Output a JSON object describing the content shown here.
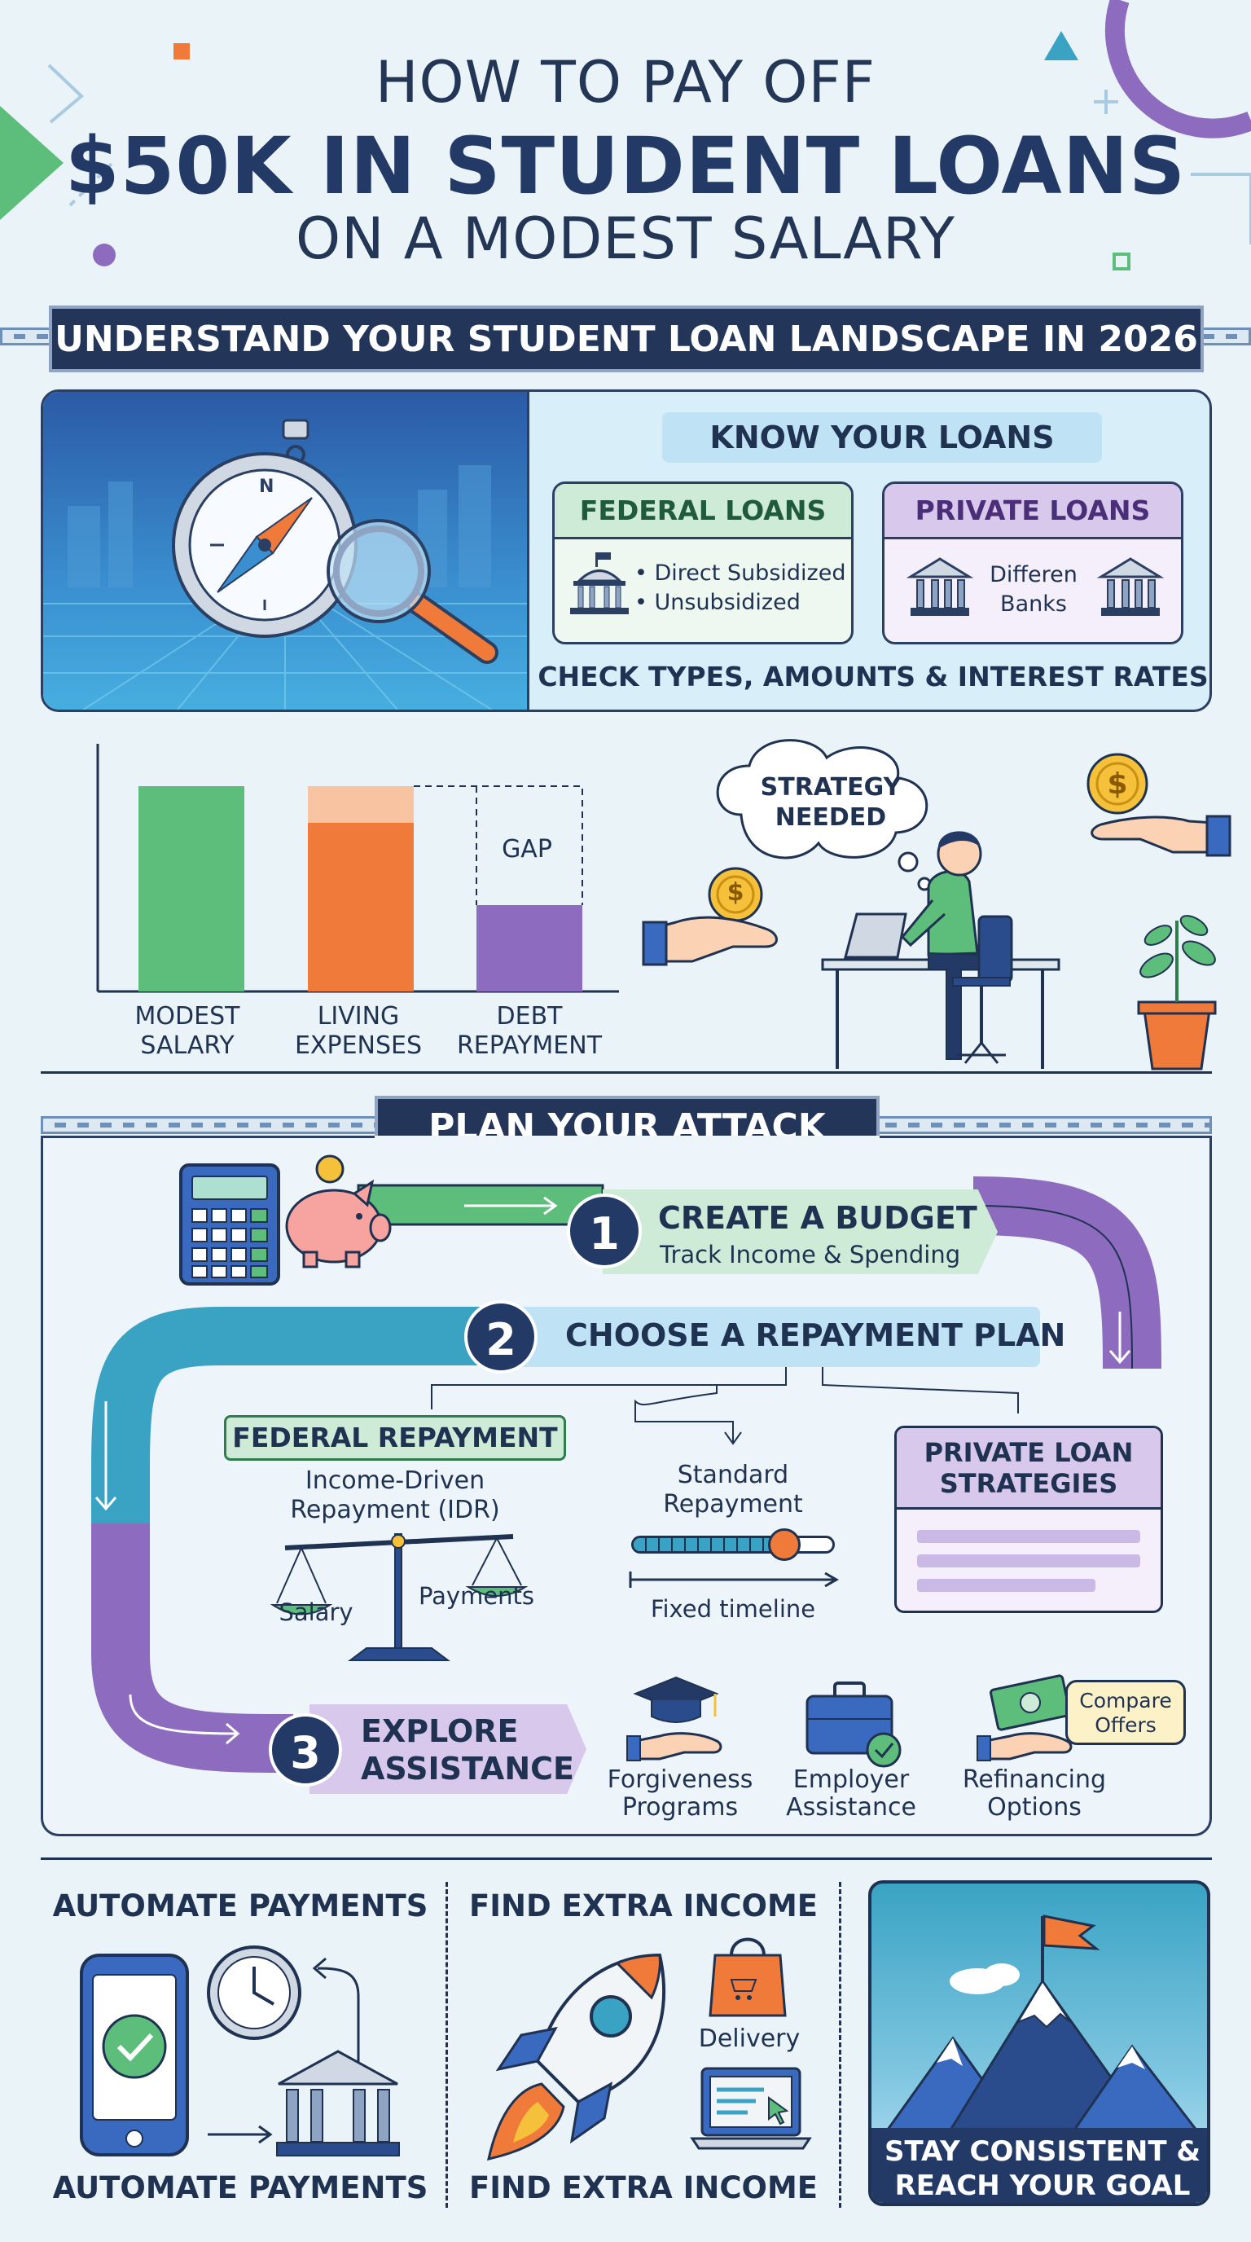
{
  "title": {
    "line1": "HOW TO PAY OFF",
    "line2": "$50K IN STUDENT LOANS",
    "line3": "ON A MODEST SALARY"
  },
  "section1": {
    "banner": "UNDERSTAND YOUR STUDENT LOAN LANDSCAPE IN 2026",
    "know_title": "KNOW YOUR LOANS",
    "federal": {
      "title": "FEDERAL LOANS",
      "items": [
        "• Direct Subsidized",
        "• Unsubsidized"
      ]
    },
    "private": {
      "title": "PRIVATE LOANS",
      "line1": "Differen",
      "line2": "Banks"
    },
    "footer": "CHECK TYPES, AMOUNTS & INTEREST RATES"
  },
  "budget_chart": {
    "gap_label": "GAP",
    "bars": [
      {
        "label_line1": "MODEST",
        "label_line2": "SALARY",
        "color": "#5dbd7b"
      },
      {
        "label_line1": "LIVING",
        "label_line2": "EXPENSES",
        "color": "#f07a3a"
      },
      {
        "label_line1": "DEBT",
        "label_line2": "REPAYMENT",
        "color": "#8d6bbf"
      }
    ]
  },
  "strategy": {
    "bubble_line1": "STRATEGY",
    "bubble_line2": "NEEDED",
    "coin_symbol": "$"
  },
  "section2": {
    "banner": "PLAN YOUR ATTACK",
    "step1": {
      "num": "1",
      "title": "CREATE A BUDGET",
      "sub": "Track Income & Spending"
    },
    "step2": {
      "num": "2",
      "title": "CHOOSE A REPAYMENT PLAN"
    },
    "federal_repayment": {
      "title": "FEDERAL REPAYMENT",
      "idr_line1": "Income-Driven",
      "idr_line2": "Repayment (IDR)",
      "salary": "Salary",
      "payments": "Payments"
    },
    "standard": {
      "line1": "Standard",
      "line2": "Repayment",
      "timeline": "Fixed timeline",
      "progress": 0.75
    },
    "private_strategies": {
      "line1": "PRIVATE LOAN",
      "line2": "STRATEGIES"
    },
    "step3": {
      "num": "3",
      "line1": "EXPLORE",
      "line2": "ASSISTANCE"
    },
    "assist": [
      {
        "line1": "Forgiveness",
        "line2": "Programs"
      },
      {
        "line1": "Employer",
        "line2": "Assistance"
      },
      {
        "line1": "Refinancing",
        "line2": "Options"
      }
    ],
    "compare": {
      "line1": "Compare",
      "line2": "Offers"
    }
  },
  "bottom": {
    "automate_top": "AUTOMATE PAYMENTS",
    "automate_bottom": "AUTOMATE PAYMENTS",
    "income_top": "FIND EXTRA INCOME",
    "income_bottom": "FIND EXTRA INCOME",
    "delivery": "Delivery",
    "goal_line1": "STAY CONSISTENT &",
    "goal_line2": "REACH YOUR GOAL"
  },
  "colors": {
    "navy": "#23365a",
    "green": "#5dbd7b",
    "orange": "#f07a3a",
    "purple": "#8d6bbf",
    "teal": "#3aa3c4",
    "background": "#eaf3f8"
  }
}
